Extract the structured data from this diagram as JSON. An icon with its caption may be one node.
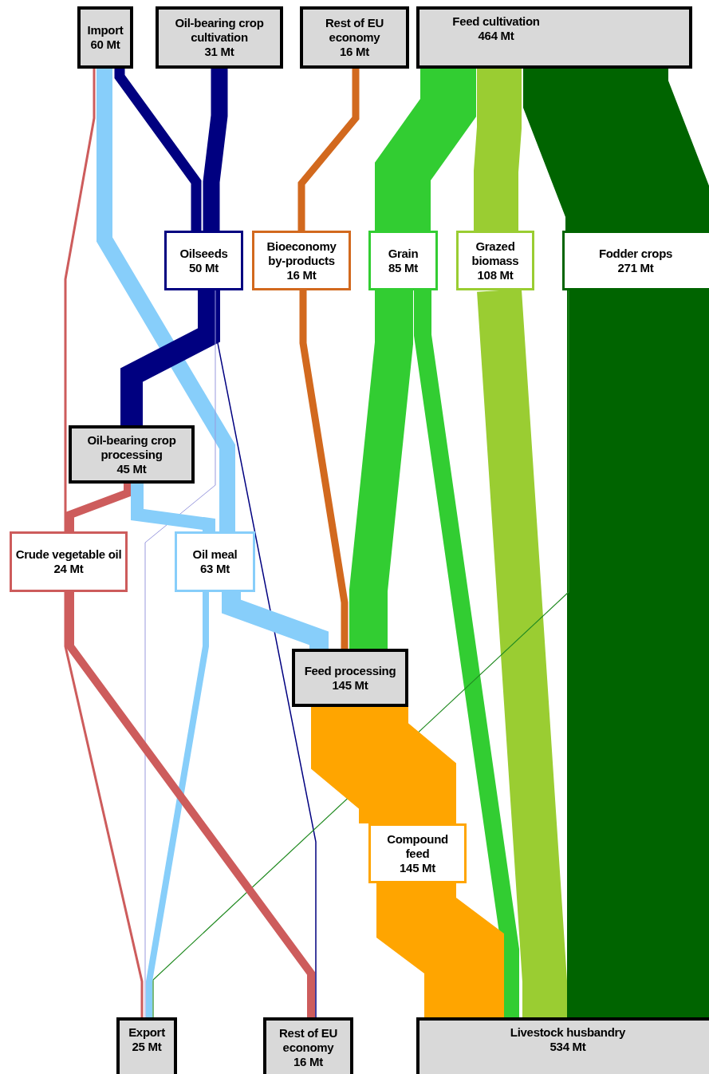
{
  "diagram": {
    "nodes": [
      {
        "text": [
          "Import",
          "60 Mt"
        ]
      },
      {
        "text": [
          "Oil-bearing crop cultivation",
          "31 Mt"
        ]
      },
      {
        "text": [
          "Rest of EU economy",
          "16 Mt"
        ]
      },
      {
        "text": [
          "Feed cultivation",
          "464 Mt"
        ]
      },
      {
        "text": [
          "Oilseeds",
          "50 Mt"
        ]
      },
      {
        "text": [
          "Bioeconomy by-products",
          "16 Mt"
        ]
      },
      {
        "text": [
          "Grain",
          "85 Mt"
        ]
      },
      {
        "text": [
          "Grazed biomass",
          "108 Mt"
        ]
      },
      {
        "text": [
          "Fodder crops",
          "271 Mt"
        ]
      },
      {
        "text": [
          "Oil-bearing crop processing",
          "45 Mt"
        ]
      },
      {
        "text": [
          "Crude vegetable oil",
          "24 Mt"
        ]
      },
      {
        "text": [
          "Oil meal",
          "63 Mt"
        ]
      },
      {
        "text": [
          "Feed processing",
          "145 Mt"
        ]
      },
      {
        "text": [
          "Compound feed",
          "145 Mt"
        ]
      },
      {
        "text": [
          "Export",
          "25 Mt"
        ]
      },
      {
        "text": [
          "Rest of EU economy",
          "16 Mt"
        ]
      },
      {
        "text": [
          "Livestock husbandry",
          "534 Mt"
        ]
      }
    ],
    "edges": [
      {
        "from": 0,
        "to": 4,
        "arrow": "none",
        "color": "#000080"
      },
      {
        "from": 1,
        "to": 4,
        "arrow": "none",
        "color": "#000080"
      },
      {
        "from": 0,
        "to": 11,
        "arrow": "none",
        "color": "#87cefa"
      },
      {
        "from": 0,
        "to": 10,
        "arrow": "none",
        "color": "#cd5c5c"
      },
      {
        "from": 2,
        "to": 5,
        "arrow": "none",
        "color": "#d2691e"
      },
      {
        "from": 3,
        "to": 6,
        "arrow": "none",
        "style": "thick",
        "color": "#32cd32"
      },
      {
        "from": 3,
        "to": 7,
        "arrow": "none",
        "style": "thick",
        "color": "#9acd32"
      },
      {
        "from": 3,
        "to": 8,
        "arrow": "none",
        "style": "thick",
        "color": "#006400"
      },
      {
        "from": 4,
        "to": 9,
        "arrow": "none",
        "color": "#000080"
      },
      {
        "from": 4,
        "to": 15,
        "arrow": "none",
        "color": "#000080"
      },
      {
        "from": 4,
        "to": 14,
        "arrow": "none",
        "color": "#9999dd"
      },
      {
        "from": 5,
        "to": 12,
        "arrow": "none",
        "color": "#d2691e"
      },
      {
        "from": 6,
        "to": 12,
        "arrow": "none",
        "style": "thick",
        "color": "#32cd32"
      },
      {
        "from": 6,
        "to": 16,
        "arrow": "none",
        "color": "#32cd32"
      },
      {
        "from": 7,
        "to": 16,
        "arrow": "none",
        "style": "thick",
        "color": "#9acd32"
      },
      {
        "from": 8,
        "to": 16,
        "arrow": "none",
        "style": "thick",
        "color": "#006400"
      },
      {
        "from": 8,
        "to": 14,
        "arrow": "none",
        "color": "#228b22"
      },
      {
        "from": 9,
        "to": 10,
        "arrow": "none",
        "color": "#cd5c5c"
      },
      {
        "from": 9,
        "to": 11,
        "arrow": "none",
        "color": "#87cefa"
      },
      {
        "from": 11,
        "to": 12,
        "arrow": "none",
        "color": "#87cefa"
      },
      {
        "from": 11,
        "to": 14,
        "arrow": "none",
        "color": "#87cefa"
      },
      {
        "from": 10,
        "to": 14,
        "arrow": "none",
        "color": "#cd5c5c"
      },
      {
        "from": 10,
        "to": 15,
        "arrow": "none",
        "color": "#cd5c5c"
      },
      {
        "from": 12,
        "to": 13,
        "arrow": "none",
        "style": "thick",
        "color": "#ffa500"
      },
      {
        "from": 13,
        "to": 16,
        "arrow": "none",
        "style": "thick",
        "color": "#ffa500"
      }
    ]
  }
}
